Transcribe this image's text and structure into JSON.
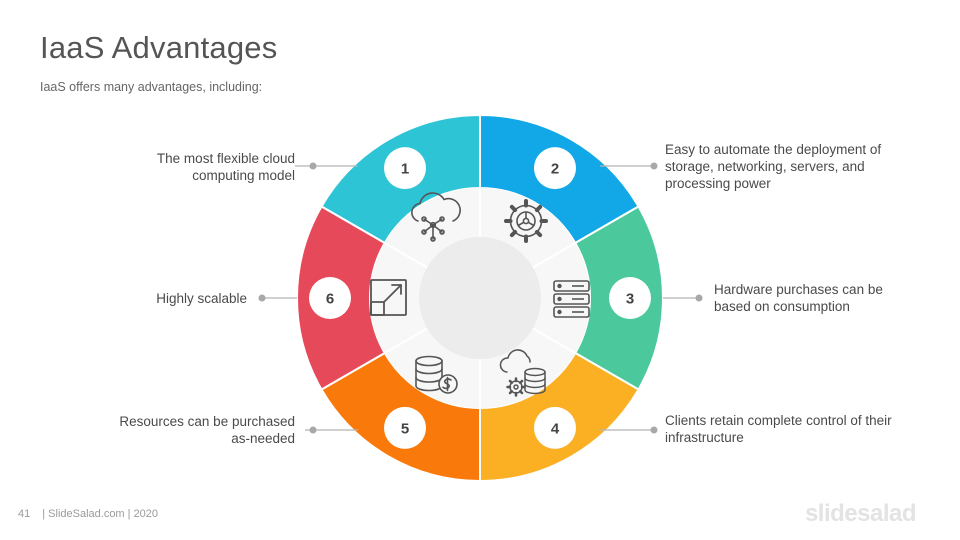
{
  "slide": {
    "title": "IaaS Advantages",
    "subtitle": "IaaS offers many advantages, including:"
  },
  "segments": [
    {
      "number": "1",
      "color": "#2DC5D6",
      "icon": "cloud-network-icon",
      "lines": [
        "The most flexible cloud",
        "computing model"
      ]
    },
    {
      "number": "2",
      "color": "#12A8E8",
      "icon": "gear-automation-icon",
      "lines": [
        "Easy to automate the deployment of",
        "storage, networking, servers, and",
        "processing power"
      ]
    },
    {
      "number": "3",
      "color": "#4BC99C",
      "icon": "server-rack-icon",
      "lines": [
        "Hardware purchases can be",
        "based on consumption"
      ]
    },
    {
      "number": "4",
      "color": "#FBB024",
      "icon": "cloud-database-gear-icon",
      "lines": [
        "Clients retain complete control of their",
        "infrastructure"
      ]
    },
    {
      "number": "5",
      "color": "#F97A0B",
      "icon": "database-dollar-icon",
      "lines": [
        "Resources can be purchased",
        "as-needed"
      ]
    },
    {
      "number": "6",
      "color": "#E5495A",
      "icon": "expand-arrow-icon",
      "lines": [
        "Highly scalable"
      ]
    }
  ],
  "footer": {
    "page": "41",
    "credit": "| SlideSalad.com | 2020",
    "brand": "slidesalad"
  }
}
